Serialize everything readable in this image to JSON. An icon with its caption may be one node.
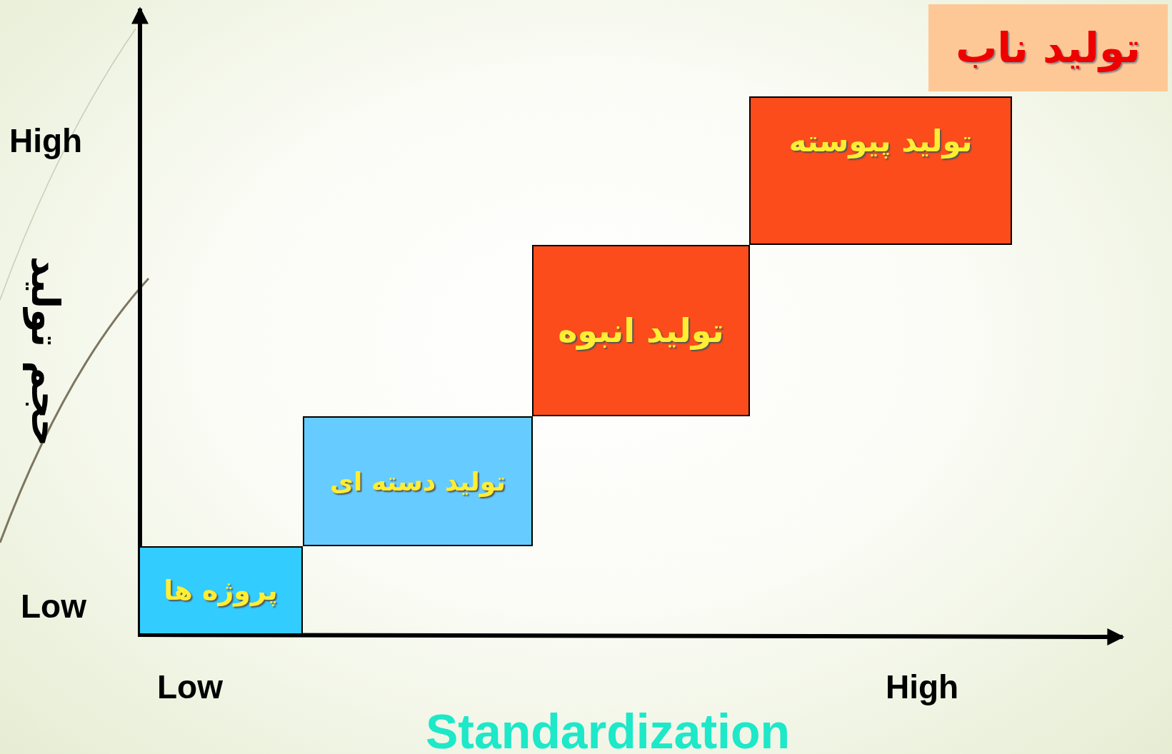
{
  "diagram": {
    "title": "تولید ناب",
    "nodes": [
      {
        "text": [
          "پروژه ها"
        ]
      },
      {
        "text": [
          "تولید دسته ای"
        ]
      },
      {
        "text": [
          "تولید انبوه"
        ]
      },
      {
        "text": [
          "تولید پیوسته"
        ]
      }
    ],
    "labels": [
      "High",
      "حجم تولید",
      "Low",
      "Low",
      "High",
      "Standardization"
    ]
  }
}
